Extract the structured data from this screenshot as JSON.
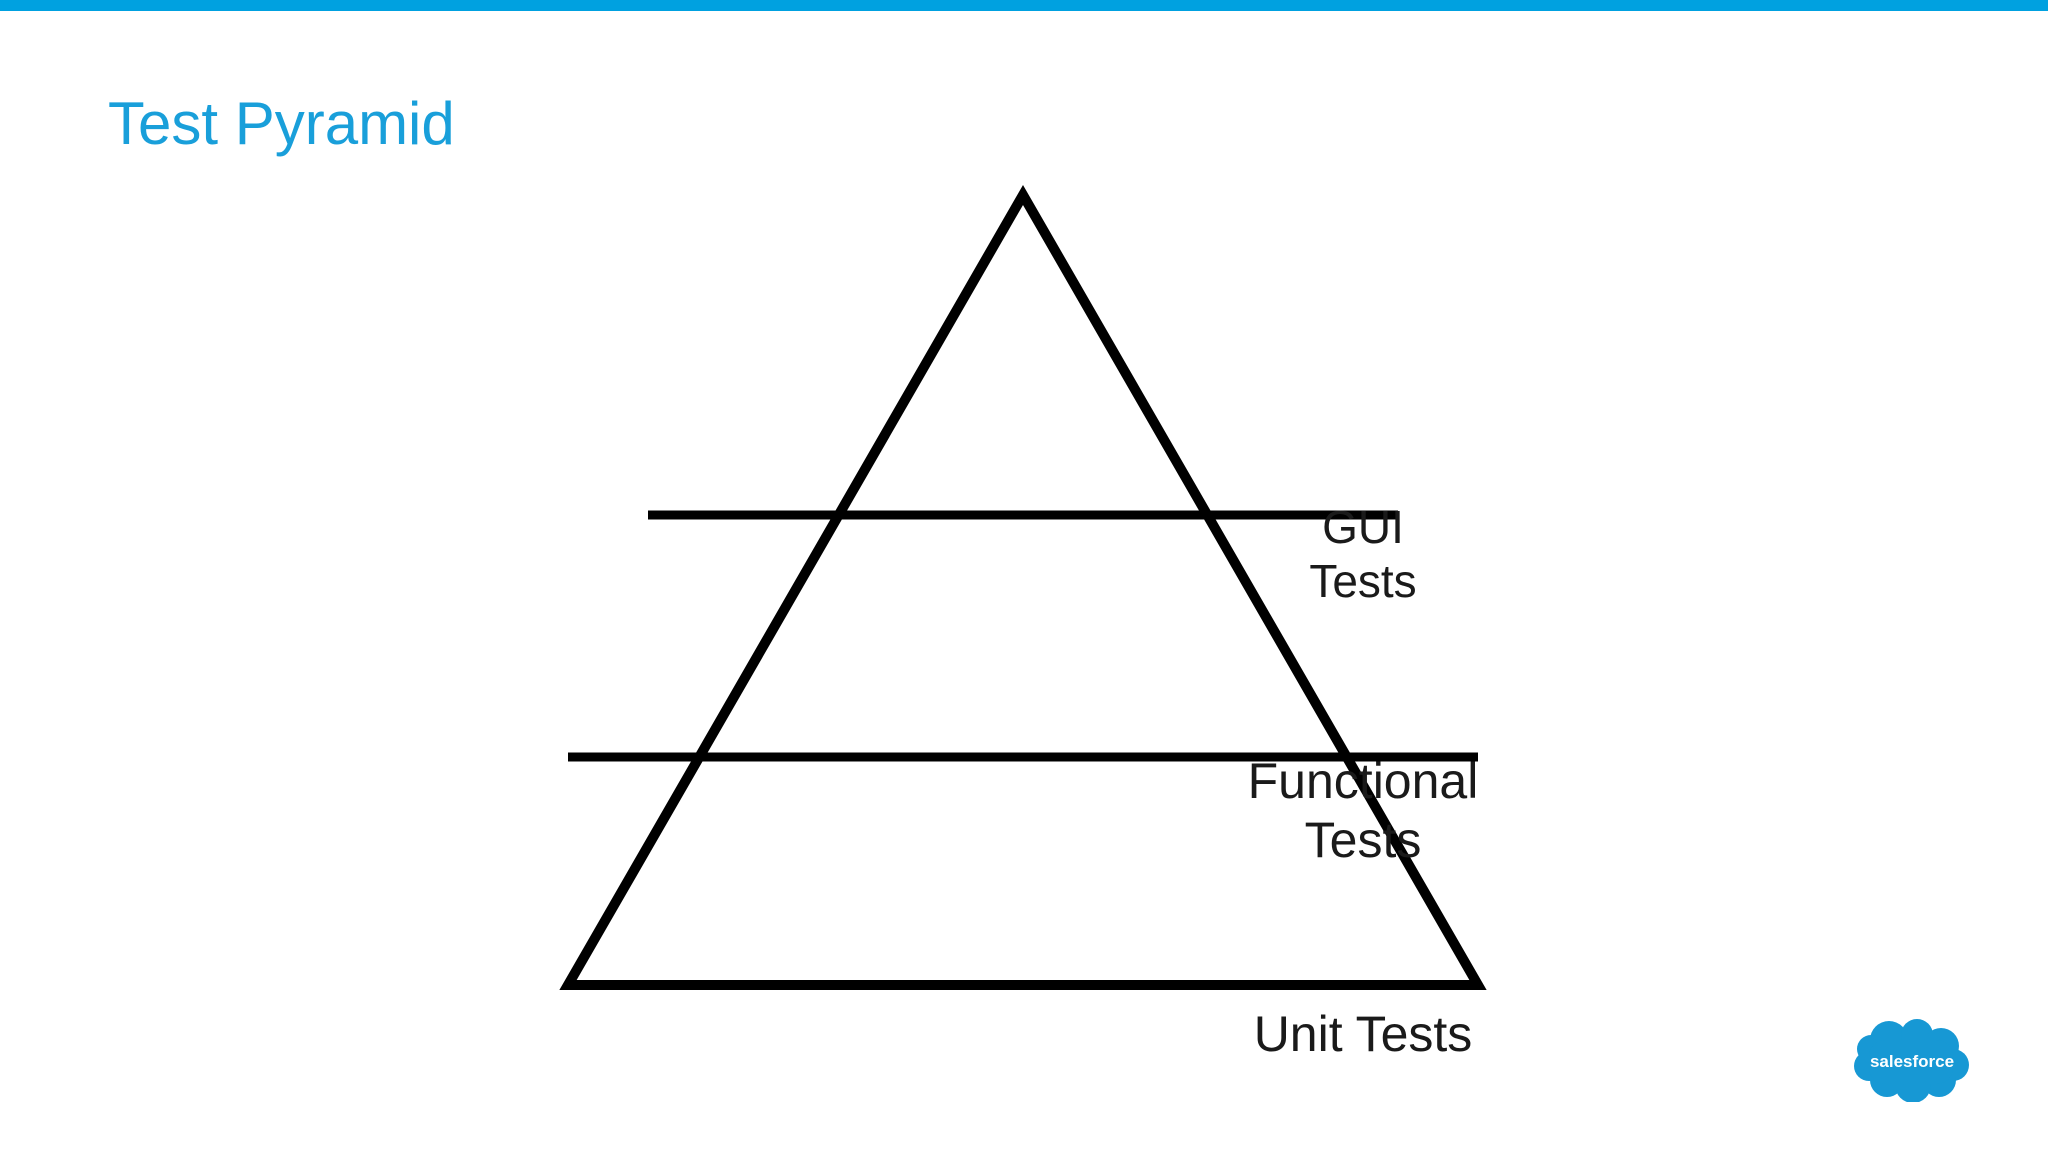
{
  "slide": {
    "title": "Test Pyramid",
    "title_color": "#199FDA",
    "background_color": "#FFFFFF",
    "accent_bar_color": "#00A1E0"
  },
  "diagram": {
    "name": "test-pyramid",
    "type": "pyramid",
    "stroke_color": "#000000",
    "fill_color": "#FFFFFF",
    "text_color": "#1A1A1A",
    "tiers": [
      {
        "id": "gui",
        "label": "GUI\nTests",
        "level": 1,
        "position": "top"
      },
      {
        "id": "functional",
        "label": "Functional\nTests",
        "level": 2,
        "position": "middle"
      },
      {
        "id": "unit",
        "label": "Unit Tests",
        "level": 3,
        "position": "bottom"
      }
    ]
  },
  "branding": {
    "logo_name": "salesforce-cloud-logo",
    "wordmark": "salesforce",
    "logo_color": "#00A1E0",
    "wordmark_color": "#FFFFFF"
  }
}
